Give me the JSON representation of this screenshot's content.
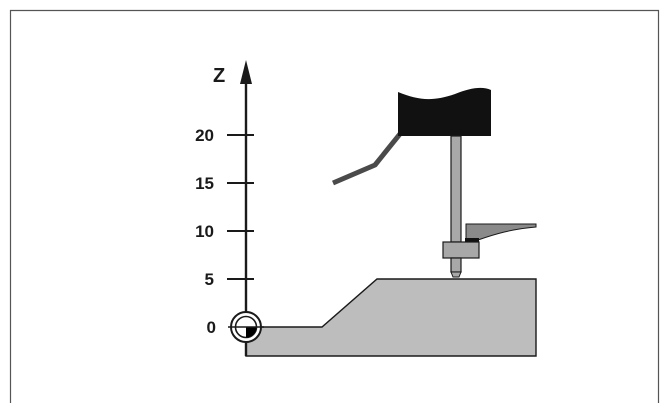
{
  "diagram": {
    "axis": {
      "label": "Z",
      "ticks": [
        {
          "label": "20",
          "value": 20
        },
        {
          "label": "15",
          "value": 15
        },
        {
          "label": "10",
          "value": 10
        },
        {
          "label": "5",
          "value": 5
        },
        {
          "label": "0",
          "value": 0
        }
      ]
    },
    "colors": {
      "frame": "#555555",
      "line": "#1a1a1a",
      "workpiece": "#bdbdbd",
      "holder": "#111111",
      "stylus": "#a8a8a8",
      "cable": "#4a4a4a",
      "accessory": "#8a8a8a",
      "datum_fill": "#000000"
    },
    "icons": {
      "datum": "datum-point-icon",
      "probe": "touch-probe-icon"
    }
  }
}
